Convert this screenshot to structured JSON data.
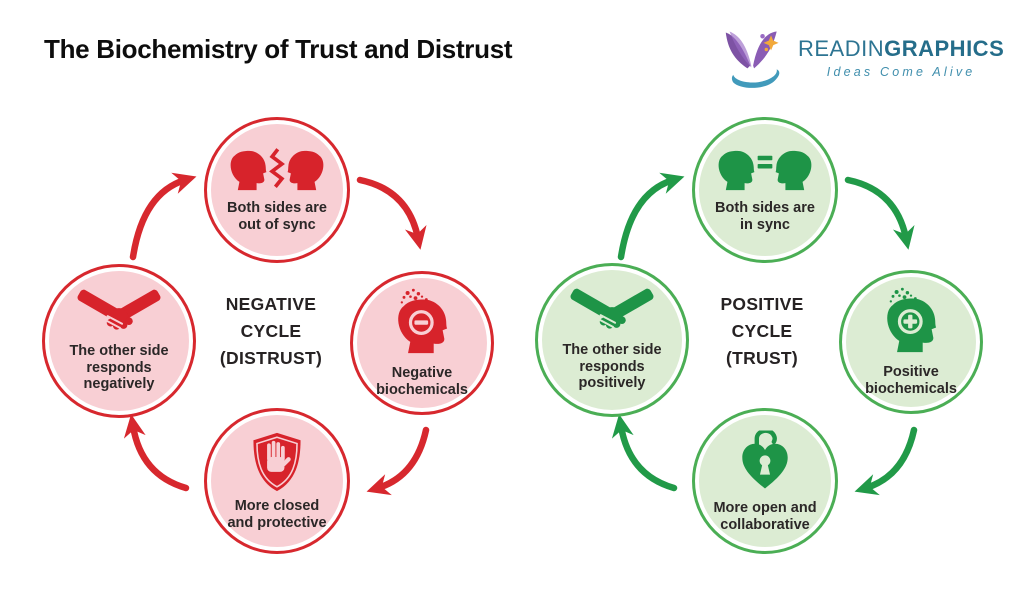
{
  "page": {
    "title": "The Biochemistry of Trust and Distrust",
    "background": "#ffffff"
  },
  "logo": {
    "brand_regular": "READIN",
    "brand_bold": "GRAPHICS",
    "tagline": "Ideas Come Alive",
    "icon": "open-book-logo-icon",
    "colors": {
      "brand": "#2d7492",
      "brand_bold": "#256d8a",
      "tagline": "#418fad",
      "book": "#7d52a4",
      "book_light": "#9a6cc4",
      "swoosh": "#2c8fb4",
      "star": "#f2a93b"
    }
  },
  "cycles": [
    {
      "name": "negative-cycle",
      "center_label": "NEGATIVE\nCYCLE\n(DISTRUST)",
      "colors": {
        "border": "#d7282e",
        "fill": "#f8cfd4",
        "icon": "#d7232b",
        "arrow": "#d7282e"
      },
      "nodes": [
        {
          "position": "top",
          "label": "Both sides are\nout of sync",
          "icon": "heads-out-of-sync-icon"
        },
        {
          "position": "right",
          "label": "Negative\nbiochemicals",
          "icon": "negative-biochemicals-head-icon"
        },
        {
          "position": "bottom",
          "label": "More closed\nand protective",
          "icon": "shield-hand-icon"
        },
        {
          "position": "left",
          "label": "The other side\nresponds\nnegatively",
          "icon": "handshake-icon"
        }
      ]
    },
    {
      "name": "positive-cycle",
      "center_label": "POSITIVE\nCYCLE\n(TRUST)",
      "colors": {
        "border": "#4bae55",
        "fill": "#dcecd3",
        "icon": "#1e9447",
        "arrow": "#219a48"
      },
      "nodes": [
        {
          "position": "top",
          "label": "Both sides are\nin sync",
          "icon": "heads-in-sync-icon"
        },
        {
          "position": "right",
          "label": "Positive\nbiochemicals",
          "icon": "positive-biochemicals-head-icon"
        },
        {
          "position": "bottom",
          "label": "More open and\ncollaborative",
          "icon": "heart-padlock-open-icon"
        },
        {
          "position": "left",
          "label": "The other side\nresponds\npositively",
          "icon": "handshake-icon"
        }
      ]
    }
  ]
}
